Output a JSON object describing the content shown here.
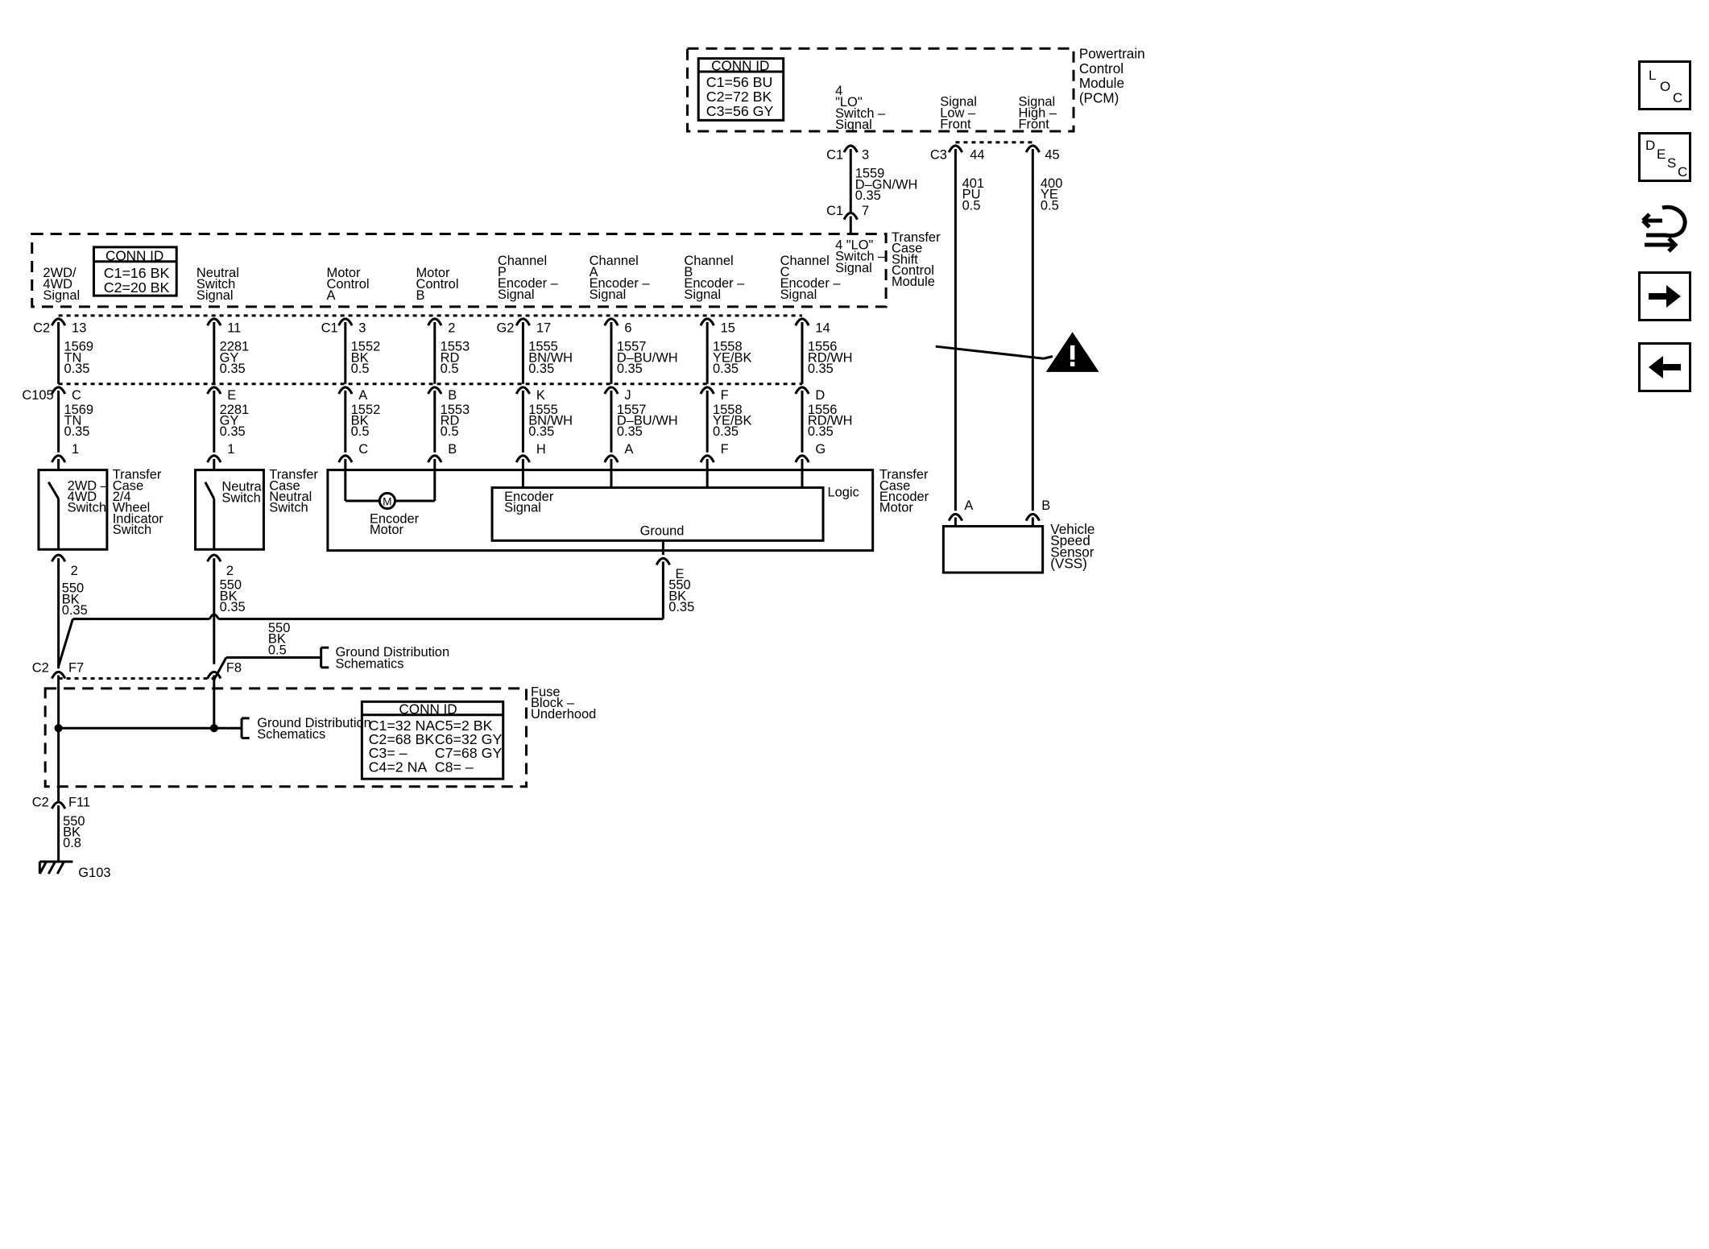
{
  "diagram_text": {
    "pcm": {
      "label": [
        "Powertrain",
        "Control",
        "Module",
        "(PCM)"
      ],
      "conn_title": "CONN ID",
      "conn": [
        "C1=56 BU",
        "C2=72 BK",
        "C3=56 GY"
      ],
      "pin_lo": [
        "4",
        "\"LO\"",
        "Switch –",
        "Signal"
      ],
      "pin_slow": [
        "Signal",
        "Low –",
        "Front"
      ],
      "pin_shigh": [
        "Signal",
        "High –",
        "Front"
      ]
    },
    "pcm_conn": {
      "c1": "C1",
      "c1_pin": "3",
      "c3": "C3",
      "c3_pin_a": "44",
      "c3_pin_b": "45"
    },
    "wire_1559": [
      "1559",
      "D–GN/WH",
      "0.35"
    ],
    "wire_401": [
      "401",
      "PU",
      "0.5"
    ],
    "wire_400": [
      "400",
      "YE",
      "0.5"
    ],
    "tcscm_c1": {
      "conn": "C1",
      "pin": "7"
    },
    "tcscm": {
      "label": [
        "Transfer",
        "Case",
        "Shift",
        "Control",
        "Module"
      ],
      "conn_title": "CONN ID",
      "conn": [
        "C1=16 BK",
        "C2=20 BK"
      ],
      "lo_pin": [
        "4 \"LO\"",
        "Switch –",
        "Signal"
      ],
      "pins": [
        [
          "2WD/",
          "4WD",
          "Signal"
        ],
        [
          "Neutral",
          "Switch",
          "Signal"
        ],
        [
          "Motor",
          "Control",
          "A"
        ],
        [
          "Motor",
          "Control",
          "B"
        ],
        [
          "Channel",
          "P",
          "Encoder –",
          "Signal"
        ],
        [
          "Channel",
          "A",
          "Encoder –",
          "Signal"
        ],
        [
          "Channel",
          "B",
          "Encoder –",
          "Signal"
        ],
        [
          "Channel",
          "C",
          "Encoder –",
          "Signal"
        ]
      ]
    },
    "row1_conn": [
      "C2",
      "C1",
      "G2"
    ],
    "row1_pins": [
      "13",
      "11",
      "3",
      "2",
      "17",
      "6",
      "15",
      "14"
    ],
    "wires_upper": [
      [
        "1569",
        "TN",
        "0.35"
      ],
      [
        "2281",
        "GY",
        "0.35"
      ],
      [
        "1552",
        "BK",
        "0.5"
      ],
      [
        "1553",
        "RD",
        "0.5"
      ],
      [
        "1555",
        "BN/WH",
        "0.35"
      ],
      [
        "1557",
        "D–BU/WH",
        "0.35"
      ],
      [
        "1558",
        "YE/BK",
        "0.35"
      ],
      [
        "1556",
        "RD/WH",
        "0.35"
      ]
    ],
    "c105": "C105",
    "c105_pins": [
      "C",
      "E",
      "A",
      "B",
      "K",
      "J",
      "F",
      "D"
    ],
    "wires_lower": [
      [
        "1569",
        "TN",
        "0.35"
      ],
      [
        "2281",
        "GY",
        "0.35"
      ],
      [
        "1552",
        "BK",
        "0.5"
      ],
      [
        "1553",
        "RD",
        "0.5"
      ],
      [
        "1555",
        "BN/WH",
        "0.35"
      ],
      [
        "1557",
        "D–BU/WH",
        "0.35"
      ],
      [
        "1558",
        "YE/BK",
        "0.35"
      ],
      [
        "1556",
        "RD/WH",
        "0.35"
      ]
    ],
    "component_pins": [
      "1",
      "1",
      "C",
      "B",
      "H",
      "A",
      "F",
      "G"
    ],
    "switch_2wd": {
      "inner": [
        "2WD –",
        "4WD",
        "Switch"
      ],
      "label": [
        "Transfer",
        "Case",
        "2/4",
        "Wheel",
        "Indicator",
        "Switch"
      ],
      "pin_bottom": "2"
    },
    "switch_neutral": {
      "inner": [
        "Neutral",
        "Switch"
      ],
      "label": [
        "Transfer",
        "Case",
        "Neutral",
        "Switch"
      ],
      "pin_bottom": "2"
    },
    "encoder_motor": {
      "motor_symbol": "M",
      "motor_label": [
        "Encoder",
        "Motor"
      ],
      "encoder_label": [
        "Encoder",
        "Signal"
      ],
      "logic": "Logic",
      "ground": "Ground",
      "label": [
        "Transfer",
        "Case",
        "Encoder",
        "Motor"
      ],
      "pin_e": "E"
    },
    "wire_550_left": [
      "550",
      "BK",
      "0.35"
    ],
    "wire_550_mid": [
      "550",
      "BK",
      "0.35"
    ],
    "wire_550_enc": [
      "550",
      "BK",
      "0.35"
    ],
    "wire_550_gd": [
      "550",
      "BK",
      "0.5"
    ],
    "ground_dist": [
      "Ground Distribution",
      "Schematics"
    ],
    "ground_dist_2": [
      "Ground Distribution",
      "Schematics"
    ],
    "fuse_conn": {
      "c2": "C2",
      "f7": "F7",
      "f8": "F8"
    },
    "fuse_block": {
      "label": [
        "Fuse",
        "Block –",
        "Underhood"
      ],
      "conn_title": "CONN ID",
      "conn_left": [
        "C1=32 NA",
        "C2=68 BK",
        "C3= –",
        "C4=2 NA"
      ],
      "conn_right": [
        "C5=2 BK",
        "C6=32 GY",
        "C7=68 GY",
        "C8= –"
      ]
    },
    "bottom_conn": {
      "c2": "C2",
      "pin": "F11"
    },
    "wire_550_bottom": [
      "550",
      "BK",
      "0.8"
    ],
    "ground_id": "G103",
    "vss": {
      "label": [
        "Vehicle",
        "Speed",
        "Sensor",
        "(VSS)"
      ],
      "pin_a": "A",
      "pin_b": "B"
    }
  },
  "nav": {
    "loc_letters": [
      "L",
      "O",
      "C"
    ],
    "desc_letters": [
      "D",
      "E",
      "S",
      "C"
    ]
  },
  "icons": [
    "loc-icon",
    "desc-icon",
    "harness-icon",
    "next-arrow-icon",
    "previous-arrow-icon",
    "caution-triangle-icon"
  ]
}
